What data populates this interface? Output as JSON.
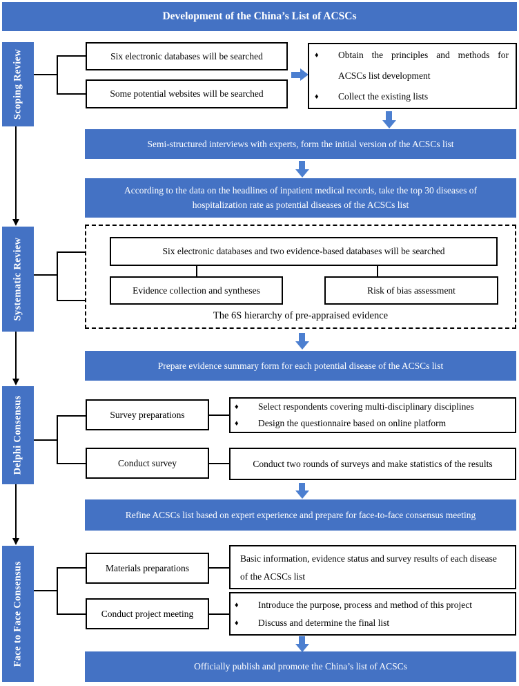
{
  "colors": {
    "blue": "#4472C4",
    "arrowblue": "#4C7FD0"
  },
  "glyphs": {
    "bullet": "♦"
  },
  "title": "Development of the China’s List of ACSCs",
  "side_labels": {
    "scoping": "Scoping Review",
    "systematic": "Systematic Review",
    "delphi": "Delphi Consensus",
    "face": "Face to Face Consensus"
  },
  "scoping": {
    "box1": "Six electronic databases will be searched",
    "box2": "Some potential websites will be searched",
    "bullets": [
      "Obtain the principles and methods for ACSCs list development",
      "Collect the existing lists"
    ]
  },
  "bars": {
    "bar1": "Semi-structured interviews with experts, form the initial version of the ACSCs list",
    "bar2": "According to the data on the headlines of inpatient medical records, take the top 30 diseases of hospitalization rate as potential diseases of the ACSCs list",
    "bar3": "Prepare evidence summary form for each potential disease of the ACSCs list",
    "bar4": "Refine ACSCs list based on expert experience and prepare for face-to-face consensus meeting",
    "bar5": "Officially publish and promote the China’s list of ACSCs"
  },
  "systematic": {
    "box1": "Six electronic databases and two evidence-based databases will be searched",
    "box2": "Evidence collection and syntheses",
    "box3": "Risk of bias assessment",
    "caption": "The 6S hierarchy of pre-appraised evidence"
  },
  "delphi": {
    "box1": "Survey preparations",
    "box2": "Conduct survey",
    "bullets": [
      "Select respondents covering multi-disciplinary disciplines",
      "Design the questionnaire based on online platform"
    ],
    "right2": "Conduct two rounds of surveys and make statistics of the results"
  },
  "face": {
    "box1": "Materials preparations",
    "box2": "Conduct project meeting",
    "right1": "Basic information, evidence status and survey results of each disease of the ACSCs list",
    "bullets": [
      "Introduce the purpose, process and method of this project",
      "Discuss and determine the final list"
    ]
  }
}
